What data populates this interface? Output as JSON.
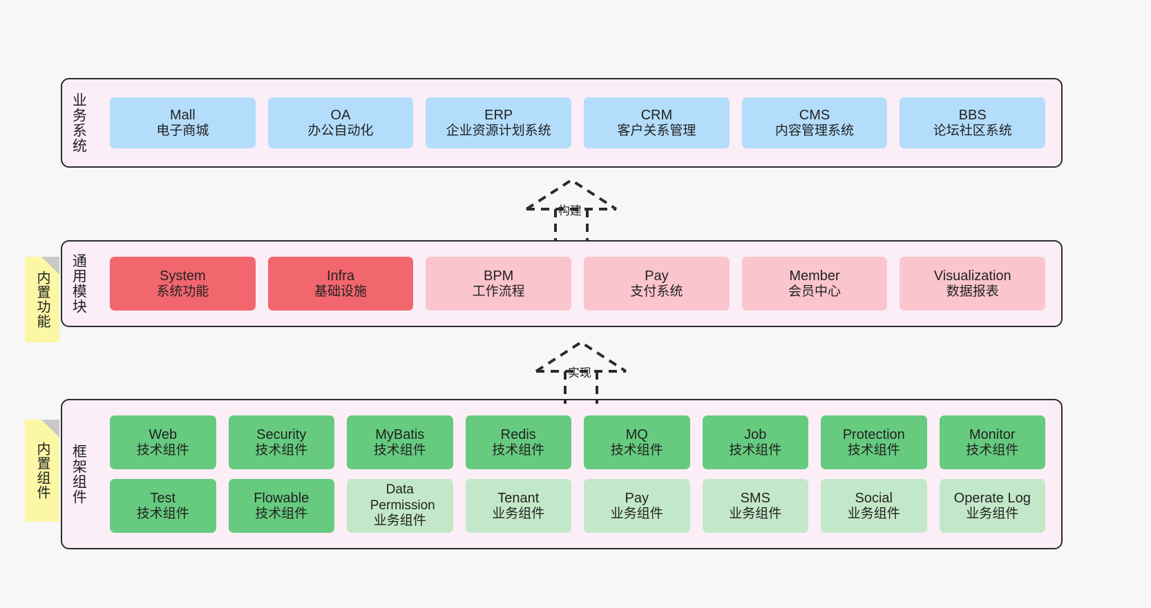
{
  "page": {
    "background_color": "#f7f7f7",
    "container_fill": "#fbeef6",
    "container_border": "#2b2b2b"
  },
  "layers": [
    {
      "key": "business",
      "title": "业务系统",
      "node_color": "#b4ddfc",
      "nodes": [
        {
          "title": "Mall",
          "sub": "电子商城"
        },
        {
          "title": "OA",
          "sub": "办公自动化"
        },
        {
          "title": "ERP",
          "sub": "企业资源计划系统"
        },
        {
          "title": "CRM",
          "sub": "客户关系管理"
        },
        {
          "title": "CMS",
          "sub": "内容管理系统"
        },
        {
          "title": "BBS",
          "sub": "论坛社区系统"
        }
      ]
    },
    {
      "key": "common",
      "title": "通用模块",
      "node_color_primary": "#f2666e",
      "node_color_secondary": "#fbc5cd",
      "nodes": [
        {
          "title": "System",
          "sub": "系统功能",
          "variant": "red"
        },
        {
          "title": "Infra",
          "sub": "基础设施",
          "variant": "red"
        },
        {
          "title": "BPM",
          "sub": "工作流程",
          "variant": "pinklight"
        },
        {
          "title": "Pay",
          "sub": "支付系统",
          "variant": "pinklight"
        },
        {
          "title": "Member",
          "sub": "会员中心",
          "variant": "pinklight"
        },
        {
          "title": "Visualization",
          "sub": "数据报表",
          "variant": "pinklight"
        }
      ]
    },
    {
      "key": "framework",
      "title": "框架组件",
      "node_color_primary": "#66cb7f",
      "node_color_secondary": "#c3e8c9",
      "rows": [
        {
          "nodes": [
            {
              "title": "Web",
              "sub": "技术组件",
              "variant": "green"
            },
            {
              "title": "Security",
              "sub": "技术组件",
              "variant": "green"
            },
            {
              "title": "MyBatis",
              "sub": "技术组件",
              "variant": "green"
            },
            {
              "title": "Redis",
              "sub": "技术组件",
              "variant": "green"
            },
            {
              "title": "MQ",
              "sub": "技术组件",
              "variant": "green"
            },
            {
              "title": "Job",
              "sub": "技术组件",
              "variant": "green"
            },
            {
              "title": "Protection",
              "sub": "技术组件",
              "variant": "green"
            },
            {
              "title": "Monitor",
              "sub": "技术组件",
              "variant": "green"
            }
          ]
        },
        {
          "nodes": [
            {
              "title": "Test",
              "sub": "技术组件",
              "variant": "green"
            },
            {
              "title": "Flowable",
              "sub": "技术组件",
              "variant": "green"
            },
            {
              "title": "Data Permission",
              "sub": "业务组件",
              "variant": "greenlight",
              "wrap": true
            },
            {
              "title": "Tenant",
              "sub": "业务组件",
              "variant": "greenlight"
            },
            {
              "title": "Pay",
              "sub": "业务组件",
              "variant": "greenlight"
            },
            {
              "title": "SMS",
              "sub": "业务组件",
              "variant": "greenlight"
            },
            {
              "title": "Social",
              "sub": "业务组件",
              "variant": "greenlight"
            },
            {
              "title": "Operate Log",
              "sub": "业务组件",
              "variant": "greenlight"
            }
          ]
        }
      ]
    }
  ],
  "connectors": [
    {
      "key": "build",
      "label": "构建",
      "style": "dashed-hollow-arrow-up"
    },
    {
      "key": "implement",
      "label": "实现",
      "style": "dashed-hollow-arrow-up"
    }
  ],
  "sticky_notes": [
    {
      "key": "builtin-features",
      "label": "内置功能",
      "color": "#fbf7a5",
      "fold_color": "#c9c9c9"
    },
    {
      "key": "builtin-components",
      "label": "内置组件",
      "color": "#fbf7a5",
      "fold_color": "#c9c9c9"
    }
  ]
}
